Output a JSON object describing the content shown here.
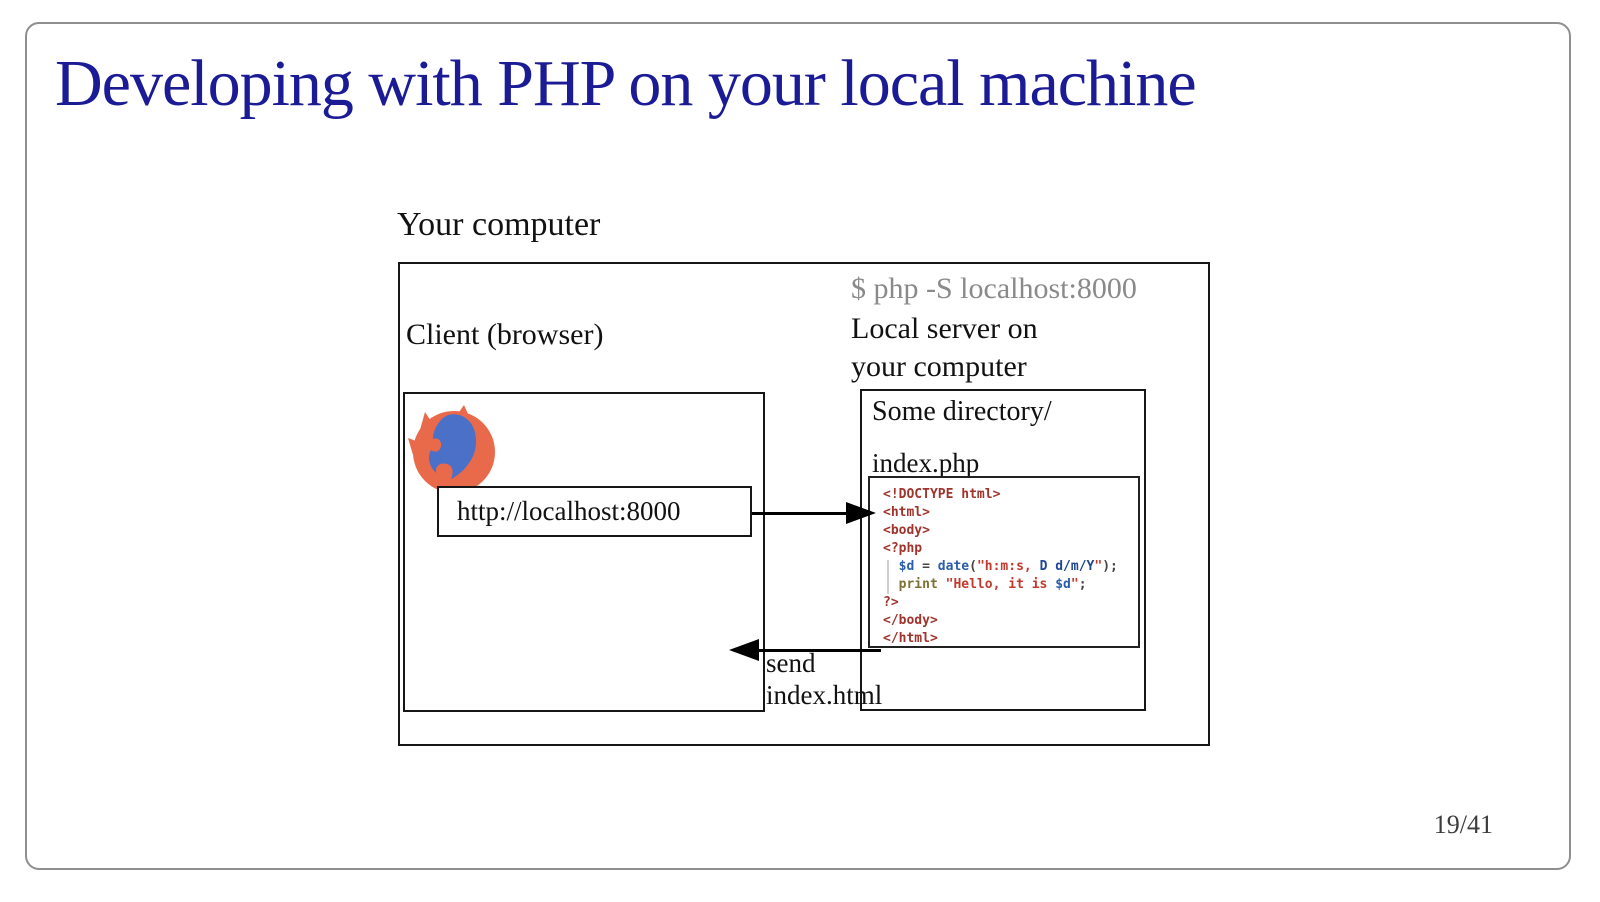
{
  "slide": {
    "title": "Developing with PHP on your local machine",
    "page_number": "19/41"
  },
  "diagram": {
    "computer_label": "Your computer",
    "client_label": "Client (browser)",
    "browser_icon": "firefox-icon",
    "address_bar_value": "http://localhost:8000",
    "server_command": "$ php -S localhost:8000",
    "server_label_line1": "Local server on",
    "server_label_line2": "your computer",
    "directory_label": "Some directory/",
    "file_label": "index.php",
    "response_label_line1": "send",
    "response_label_line2": "index.html",
    "code": {
      "palette": {
        "tag": "#a0342d",
        "var": "#2a5dab",
        "fn": "#2a5dab",
        "str": "#c3392b",
        "fmt": "#1d4794",
        "kw": "#7d7033",
        "plain": "#444444"
      },
      "lines": [
        [
          {
            "t": "<!DOCTYPE html>",
            "c": "tag"
          }
        ],
        [
          {
            "t": "<html>",
            "c": "tag"
          }
        ],
        [
          {
            "t": "<body>",
            "c": "tag"
          }
        ],
        [
          {
            "t": "<?php",
            "c": "tag"
          }
        ],
        [
          {
            "t": "  ",
            "c": "plain"
          },
          {
            "t": "$d",
            "c": "var"
          },
          {
            "t": " ",
            "c": "plain"
          },
          {
            "t": "=",
            "c": "plain"
          },
          {
            "t": " ",
            "c": "plain"
          },
          {
            "t": "date",
            "c": "fn"
          },
          {
            "t": "(",
            "c": "plain"
          },
          {
            "t": "\"h:m:s, ",
            "c": "str"
          },
          {
            "t": "D d/m/Y",
            "c": "fmt"
          },
          {
            "t": "\"",
            "c": "str"
          },
          {
            "t": ")",
            "c": "plain"
          },
          {
            "t": ";",
            "c": "plain"
          }
        ],
        [
          {
            "t": "  ",
            "c": "plain"
          },
          {
            "t": "print",
            "c": "kw"
          },
          {
            "t": " ",
            "c": "plain"
          },
          {
            "t": "\"Hello, it is ",
            "c": "str"
          },
          {
            "t": "$d",
            "c": "var"
          },
          {
            "t": "\"",
            "c": "str"
          },
          {
            "t": ";",
            "c": "plain"
          }
        ],
        [
          {
            "t": "?>",
            "c": "tag"
          }
        ],
        [
          {
            "t": "</body>",
            "c": "tag"
          }
        ],
        [
          {
            "t": "</html>",
            "c": "tag"
          }
        ]
      ]
    }
  },
  "colors": {
    "title_navy": "#1b1b96",
    "command_gray": "#8a8a8a",
    "border_gray": "#8f8f8f",
    "box_black": "#161616",
    "firefox_orange": "#e96a4b",
    "firefox_blue": "#4a70c8"
  }
}
